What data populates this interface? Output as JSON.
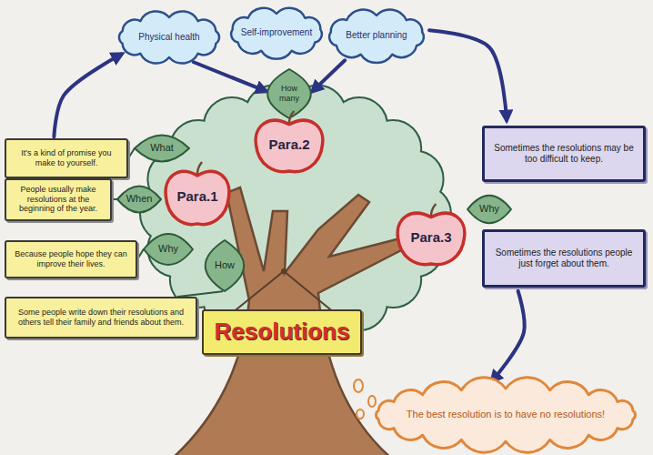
{
  "diagram": {
    "nodes": [
      {
        "text": [
          "Physical health"
        ]
      },
      {
        "text": [
          "Self-improvement"
        ]
      },
      {
        "text": [
          "Better planning"
        ]
      },
      {
        "text": [
          "How many"
        ]
      },
      {
        "text": [
          "Para.2"
        ]
      },
      {
        "text": [
          "What"
        ]
      },
      {
        "text": [
          "It's a kind of promise you make to yourself."
        ]
      },
      {
        "text": [
          "Para.1"
        ]
      },
      {
        "text": [
          "When"
        ]
      },
      {
        "text": [
          "People usually make resolutions at the beginning of the year."
        ]
      },
      {
        "text": [
          "Why"
        ]
      },
      {
        "text": [
          "Because people hope they can improve their lives."
        ]
      },
      {
        "text": [
          "How"
        ]
      },
      {
        "text": [
          "Some people write down their resolutions and others tell their family and friends about them."
        ]
      },
      {
        "text": [
          "Para.3"
        ]
      },
      {
        "text": [
          "Why"
        ]
      },
      {
        "text": [
          "Sometimes the resolutions may be too difficult to keep."
        ]
      },
      {
        "text": [
          "Sometimes the resolutions people just forget about them."
        ]
      },
      {
        "text": [
          "Resolutions"
        ]
      },
      {
        "text": [
          "The best resolution is to have no resolutions!"
        ]
      }
    ],
    "edges": [
      {
        "from": 6,
        "to": 0,
        "arrow": "to"
      },
      {
        "from": 0,
        "to": 3,
        "arrow": "to"
      },
      {
        "from": 2,
        "to": 3,
        "arrow": "to"
      },
      {
        "from": 2,
        "to": 16,
        "arrow": "to"
      },
      {
        "from": 17,
        "to": 19,
        "arrow": "to"
      },
      {
        "from": 5,
        "to": 6,
        "arrow": "none"
      },
      {
        "from": 8,
        "to": 9,
        "arrow": "none"
      },
      {
        "from": 10,
        "to": 11,
        "arrow": "none"
      },
      {
        "from": 12,
        "to": 13,
        "arrow": "none"
      }
    ]
  }
}
